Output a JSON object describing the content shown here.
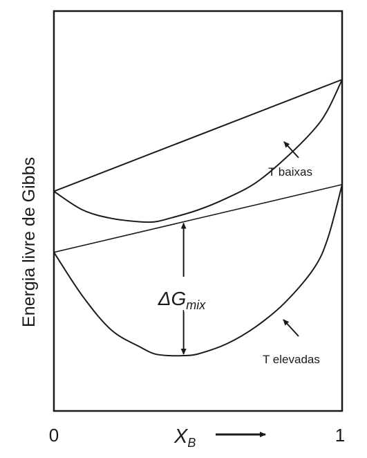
{
  "chart_data": {
    "type": "line",
    "ylabel": "Energia livre de Gibbs",
    "xlabel": {
      "base": "X",
      "sub": "B"
    },
    "xlim": [
      0,
      1
    ],
    "x_ticks": [
      "0",
      "1"
    ],
    "series": [
      {
        "name": "T baixas",
        "tangent": {
          "x": [
            0,
            1
          ],
          "y": [
            0.53,
            0.86
          ]
        },
        "curve": {
          "x": [
            0,
            0.1,
            0.2,
            0.3,
            0.35,
            0.4,
            0.5,
            0.6,
            0.7,
            0.8,
            0.9,
            0.95,
            1
          ],
          "y": [
            0.53,
            0.475,
            0.45,
            0.44,
            0.44,
            0.45,
            0.475,
            0.51,
            0.555,
            0.625,
            0.71,
            0.77,
            0.86
          ]
        }
      },
      {
        "name": "T elevadas",
        "tangent": {
          "x": [
            0,
            1
          ],
          "y": [
            0.35,
            0.55
          ]
        },
        "curve": {
          "x": [
            0,
            0.1,
            0.2,
            0.3,
            0.35,
            0.4,
            0.45,
            0.5,
            0.6,
            0.7,
            0.8,
            0.9,
            0.95,
            1
          ],
          "y": [
            0.35,
            0.22,
            0.12,
            0.07,
            0.05,
            0.045,
            0.045,
            0.05,
            0.08,
            0.13,
            0.2,
            0.3,
            0.39,
            0.55
          ]
        }
      }
    ],
    "annotations": [
      {
        "text": "ΔG",
        "sub": "mix",
        "type": "double-arrow",
        "x": 0.45,
        "from": 0.045,
        "to": 0.44
      }
    ]
  }
}
